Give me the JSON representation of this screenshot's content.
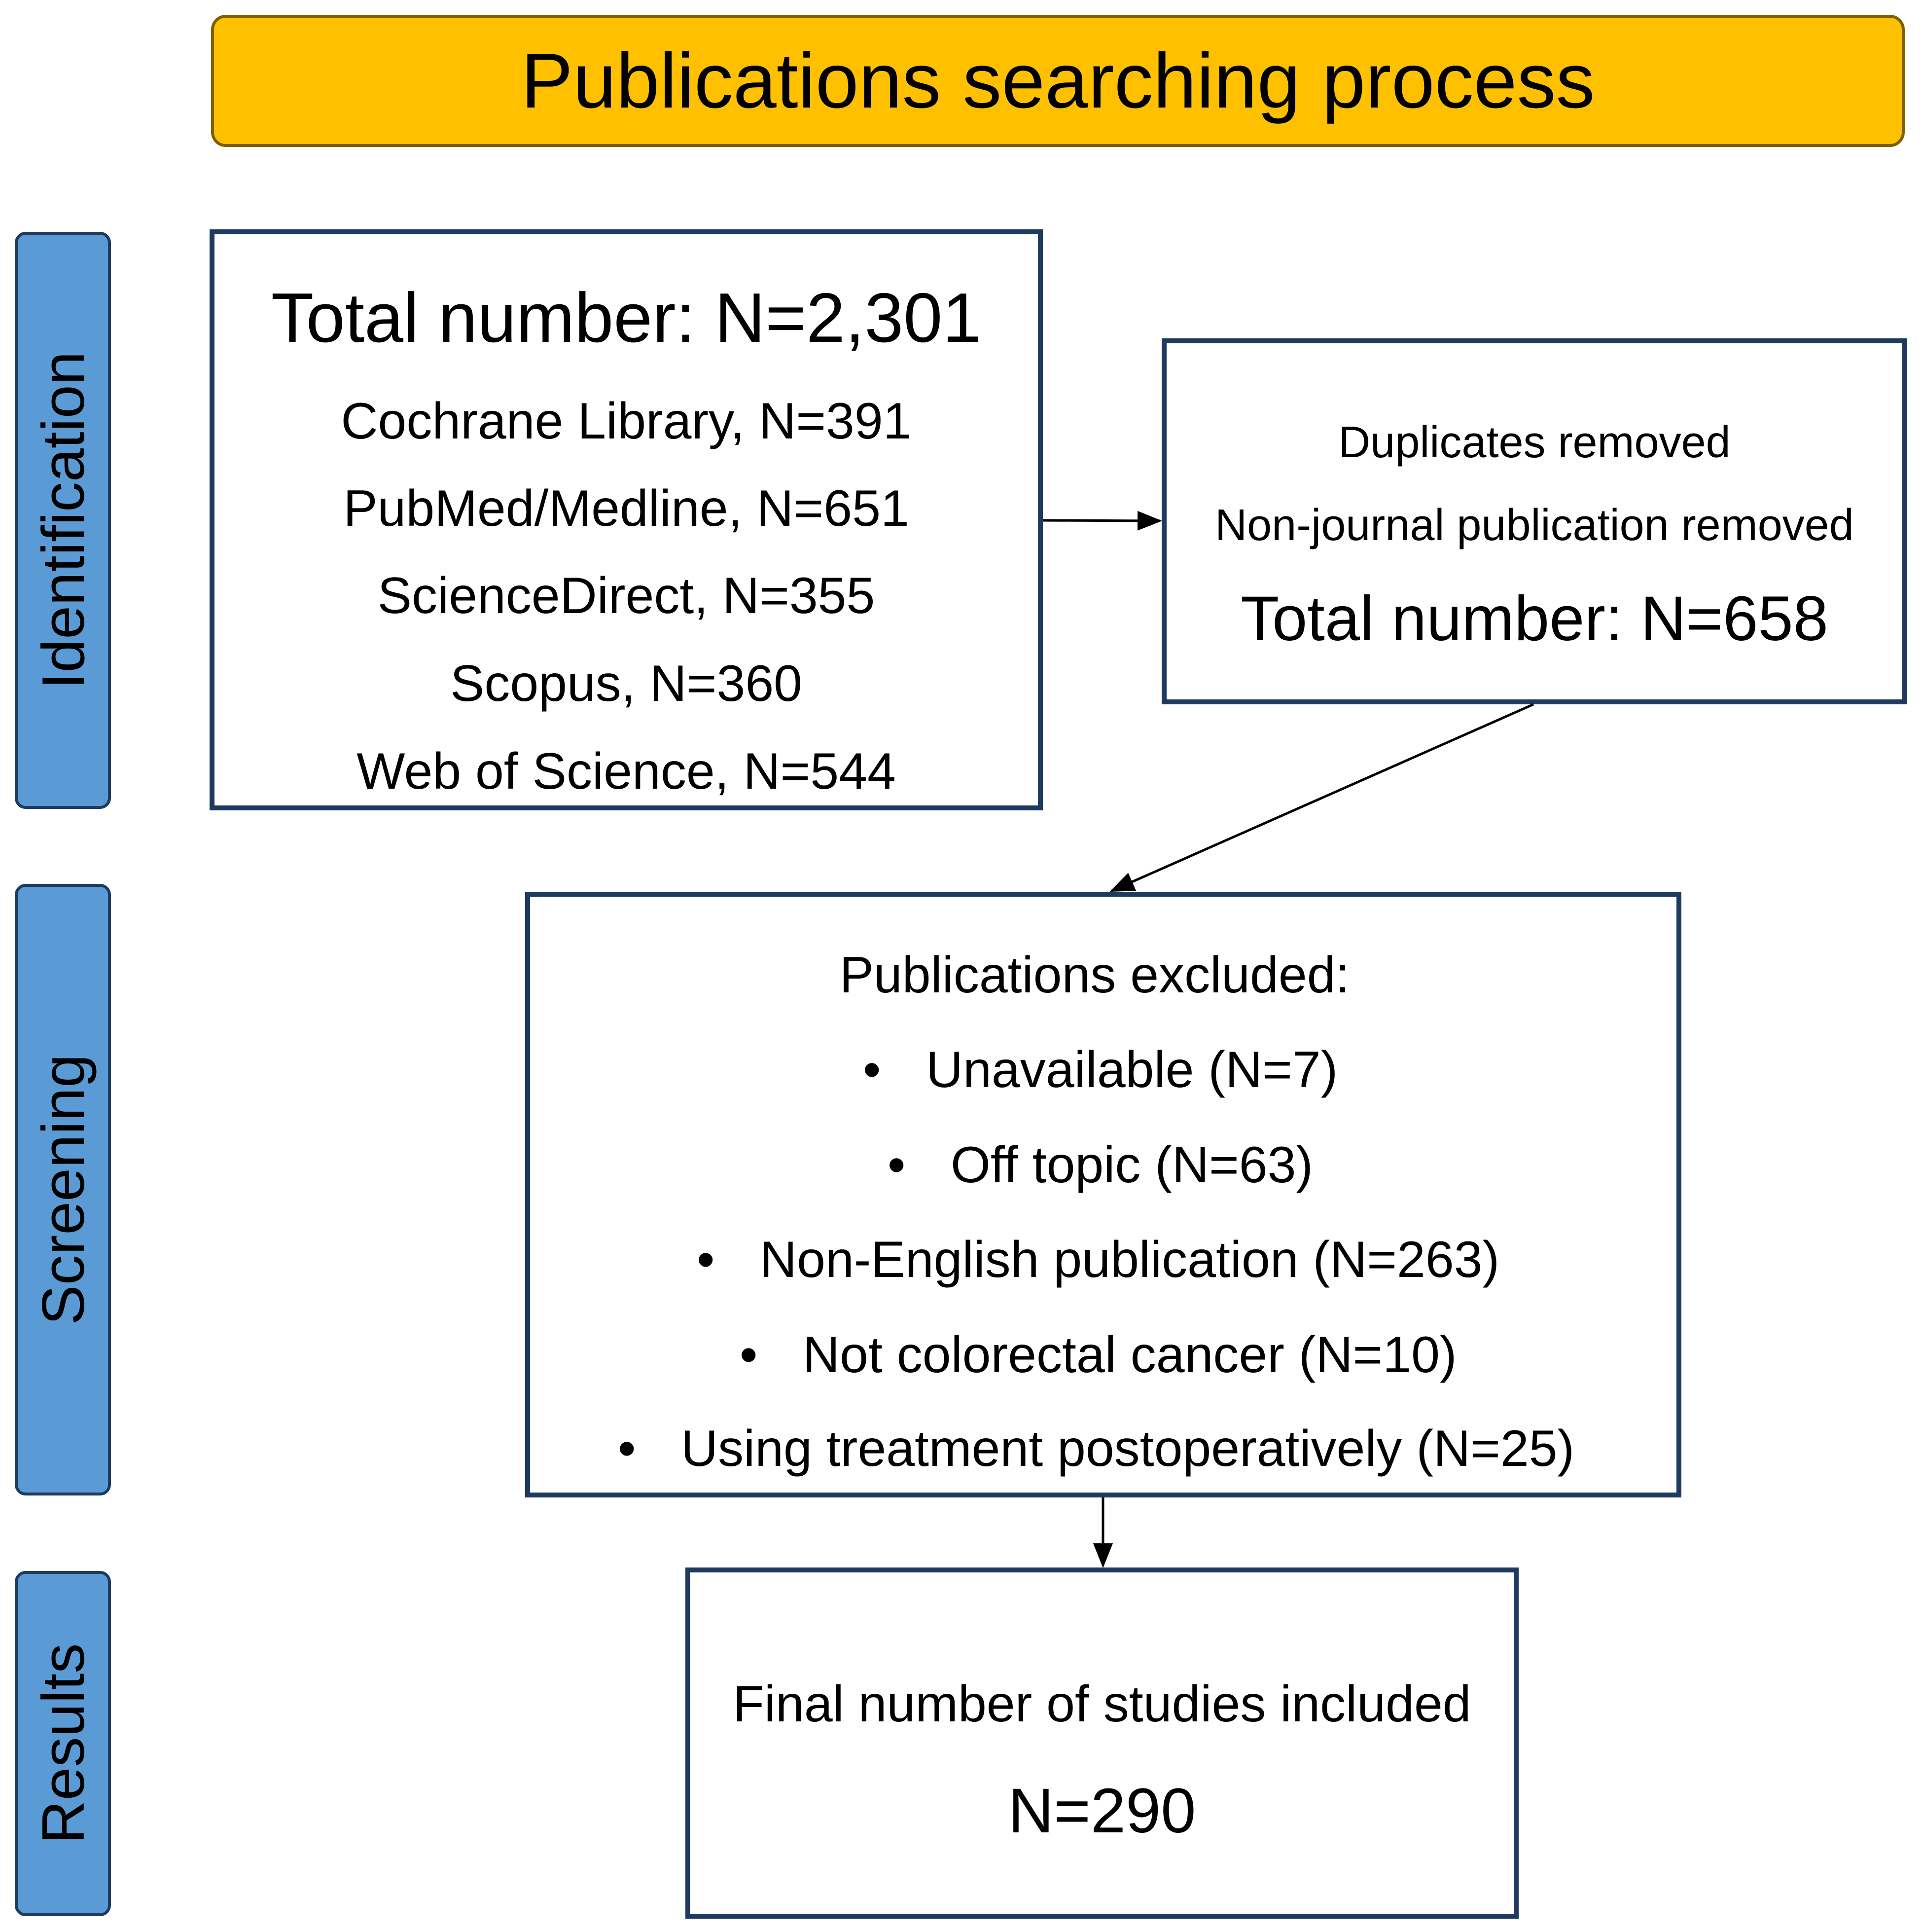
{
  "title": "Publications searching process",
  "colors": {
    "banner_fill": "#ffc000",
    "stage_fill": "#5b9bd5",
    "box_border": "#1f3a60"
  },
  "stages": [
    {
      "label": "Identification"
    },
    {
      "label": "Screening"
    },
    {
      "label": "Results"
    }
  ],
  "identification_box": {
    "heading": "Total number: N=2,301",
    "sources": [
      "Cochrane Library, N=391",
      "PubMed/Medline, N=651",
      "ScienceDirect, N=355",
      "Scopus, N=360",
      "Web of Science, N=544"
    ]
  },
  "removal_box": {
    "line1": "Duplicates removed",
    "line2": "Non-journal publication removed",
    "total": "Total number: N=658"
  },
  "exclusion_box": {
    "heading": "Publications excluded:",
    "bullet_symbol": "•",
    "items": [
      "Unavailable (N=7)",
      "Off topic (N=63)",
      "Non-English publication (N=263)",
      "Not colorectal cancer (N=10)",
      "Using treatment postoperatively (N=25)"
    ]
  },
  "results_box": {
    "label": "Final number of studies included",
    "value": "N=290"
  }
}
